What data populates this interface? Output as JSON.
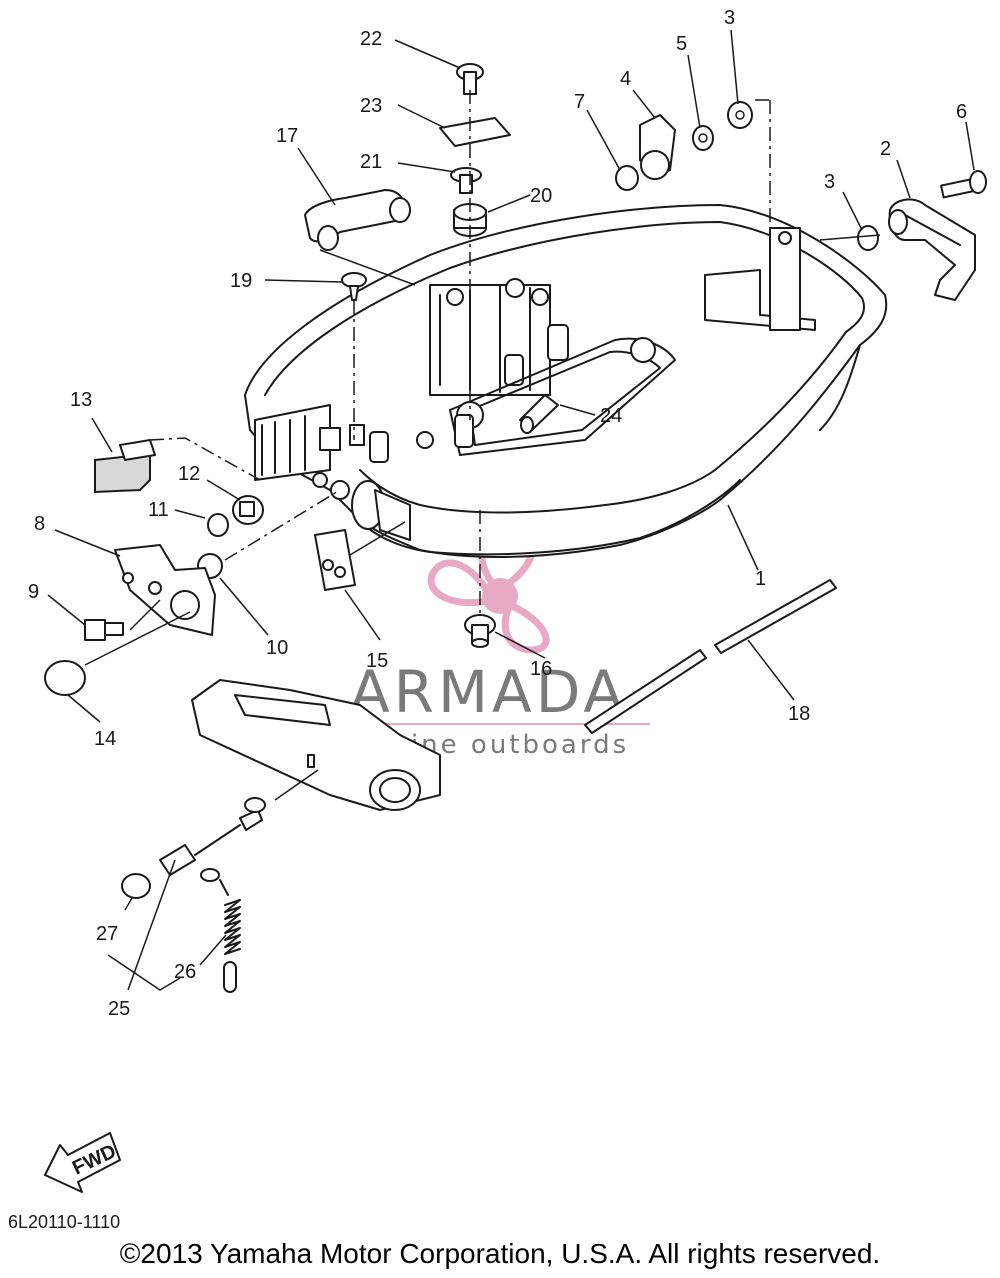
{
  "diagram": {
    "code": "6L20110-1110",
    "copyright": "©2013 Yamaha Motor Corporation, U.S.A. All rights reserved.",
    "direction_label": "FWD",
    "watermark": {
      "brand": "ARMADA",
      "tagline": "marine outboards",
      "logo_color": "#e8a9c4",
      "text_color": "#7a7a7a"
    },
    "callouts": [
      "1",
      "2",
      "3",
      "3",
      "4",
      "5",
      "6",
      "7",
      "8",
      "9",
      "10",
      "11",
      "12",
      "13",
      "14",
      "15",
      "16",
      "17",
      "18",
      "19",
      "20",
      "21",
      "22",
      "23",
      "24",
      "25",
      "26",
      "27"
    ]
  }
}
